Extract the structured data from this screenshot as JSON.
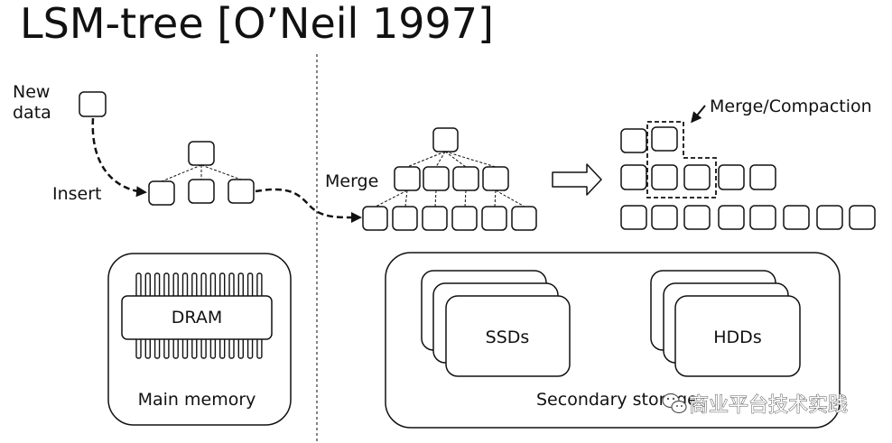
{
  "title": "LSM-tree [O’Neil 1997]",
  "labels": {
    "new_data_lines": [
      "New",
      "data"
    ],
    "insert": "Insert",
    "merge": "Merge",
    "merge_compaction": "Merge/Compaction"
  },
  "memory": {
    "chip_label": "DRAM",
    "caption": "Main memory"
  },
  "storage": {
    "devices": [
      {
        "label": "SSDs"
      },
      {
        "label": "HDDs"
      }
    ],
    "caption": "Secondary storage"
  },
  "watermark": {
    "text": "商业平台技术实践",
    "icon": "wechat-icon"
  }
}
